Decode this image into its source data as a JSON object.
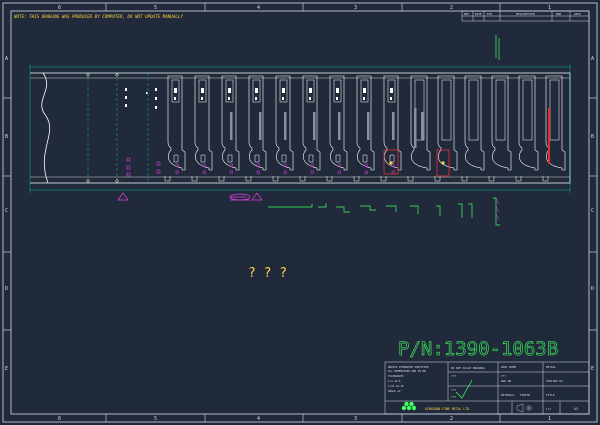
{
  "colors": {
    "background": "#212a3a",
    "frame": "#d8dde8",
    "outline": "#ffffff",
    "dim": "#00e0a0",
    "magenta": "#e040e0",
    "red": "#e03030",
    "yellow": "#ffd040",
    "green": "#40ff60",
    "title_text": "#e0e000"
  },
  "sheet": {
    "note": "NOTE: THIS DRAWING WAS PRODUCED BY COMPUTER, DO NOT UPDATE MANUALLY",
    "zone_cols": [
      "6",
      "5",
      "4",
      "3",
      "2",
      "1"
    ],
    "zone_rows": [
      "A",
      "B",
      "C",
      "D",
      "E"
    ],
    "question_marks": "? ? ?",
    "part_number": "P/N:1390-1063B"
  },
  "revision_block": {
    "headers": [
      "REV",
      "DATE",
      "ECN",
      "DESCRIPTION",
      "DWN",
      "APPD"
    ]
  },
  "title_block": {
    "notes": [
      "UNLESS OTHERWISE SPECIFIED",
      "ALL DIMENSIONS ARE IN MM",
      "TOLERANCES",
      "X.X  ±0.5",
      "X.XX ±0.25",
      "ANGLE ±1°"
    ],
    "do_not_scale": "DO NOT SCALE DRAWING",
    "drawn_by": "???",
    "checked_by": "???",
    "approved_by": "???",
    "part_name_label": "PART NAME",
    "part_name": "???",
    "dwg_no_label": "DWG NO.",
    "material_label": "MATERIAL",
    "finish_label": "FINISH",
    "detail_label": "DETAIL",
    "bracket_label": "TOOLING KS",
    "title_label": "TITLE",
    "company": "XINGGUAN FINE METAL LTD.",
    "size": "A3",
    "sheet": "1/1"
  }
}
